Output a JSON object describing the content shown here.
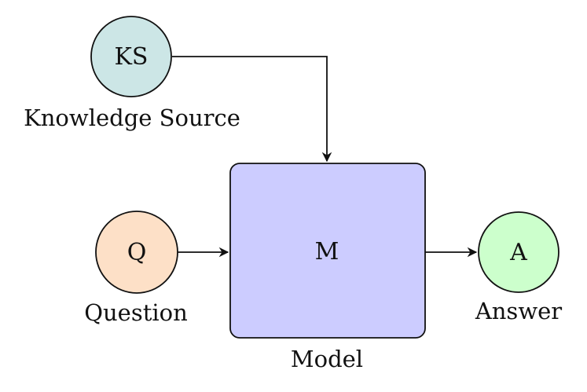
{
  "diagram": {
    "nodes": {
      "knowledge_source": {
        "symbol": "KS",
        "caption": "Knowledge Source",
        "fill": "#cce6e6"
      },
      "question": {
        "symbol": "Q",
        "caption": "Question",
        "fill": "#fde0c7"
      },
      "model": {
        "symbol": "M",
        "caption": "Model",
        "fill": "#ccccff"
      },
      "answer": {
        "symbol": "A",
        "caption": "Answer",
        "fill": "#ccffcc"
      }
    },
    "edges": [
      {
        "from": "KS",
        "to": "M"
      },
      {
        "from": "Q",
        "to": "M"
      },
      {
        "from": "M",
        "to": "A"
      }
    ],
    "stroke": "#111111"
  }
}
